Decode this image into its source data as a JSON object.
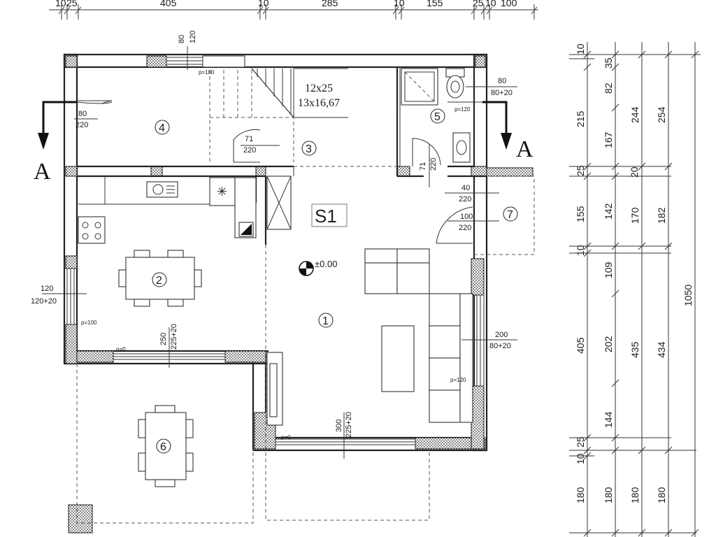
{
  "top_dims": [
    "10",
    "25",
    "405",
    "10",
    "285",
    "10",
    "155",
    "25",
    "10",
    "100"
  ],
  "right_col1": [
    "10",
    "215",
    "25",
    "155",
    "10",
    "405",
    "10",
    "25",
    "180"
  ],
  "right_col2": [
    "35",
    "82",
    "167",
    "20",
    "142",
    "109",
    "202",
    "144",
    "180"
  ],
  "right_col3": [
    "244",
    "170",
    "435",
    "180"
  ],
  "right_col4": [
    "254",
    "182",
    "434",
    "180"
  ],
  "right_col5": [
    "1050"
  ],
  "openings": {
    "w1": {
      "a": "80",
      "b": "120",
      "p": "p=100"
    },
    "d4": {
      "a": "80",
      "b": "220"
    },
    "d3": {
      "a": "71",
      "b": "220"
    },
    "w5": {
      "a": "80",
      "b": "80+20",
      "p": "p=120"
    },
    "d5": {
      "a": "71",
      "b": "220"
    },
    "d7a": {
      "a": "40",
      "b": "220"
    },
    "d7b": {
      "a": "100",
      "b": "220"
    },
    "w2": {
      "a": "120",
      "b": "120+20",
      "p": "p=100"
    },
    "door2": {
      "a": "250",
      "b": "225+20",
      "p": "p=0"
    },
    "door1": {
      "a": "300",
      "b": "225+20",
      "p": "p=0"
    },
    "w1r": {
      "a": "200",
      "b": "80+20",
      "p": "p=120"
    }
  },
  "stairs": {
    "line1": "12x25",
    "line2": "13x16,67"
  },
  "rooms": {
    "r1": "1",
    "r2": "2",
    "r3": "3",
    "r4": "4",
    "r5": "5",
    "r6": "6",
    "r7": "7"
  },
  "section_label": "A",
  "stamp": "S1",
  "level": "±0.00"
}
